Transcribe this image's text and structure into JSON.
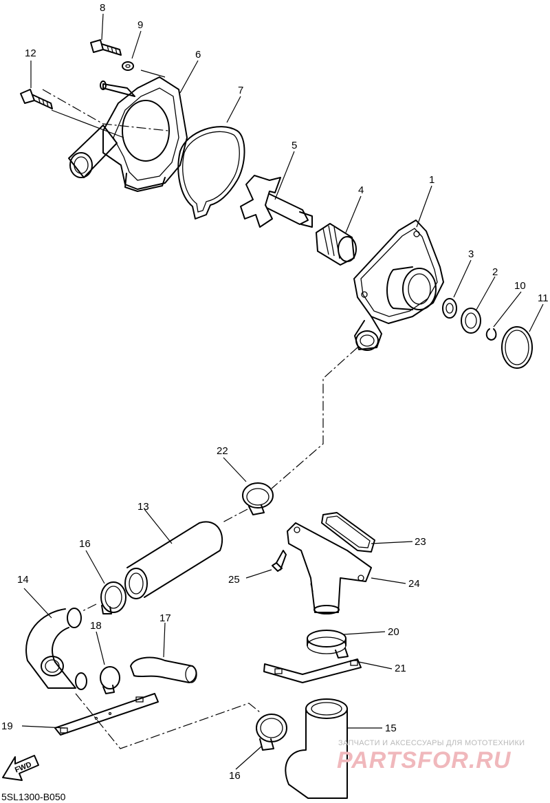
{
  "diagram": {
    "callouts": [
      {
        "id": "c1",
        "text": "1"
      },
      {
        "id": "c2",
        "text": "2"
      },
      {
        "id": "c3",
        "text": "3"
      },
      {
        "id": "c4",
        "text": "4"
      },
      {
        "id": "c5",
        "text": "5"
      },
      {
        "id": "c6",
        "text": "6"
      },
      {
        "id": "c7",
        "text": "7"
      },
      {
        "id": "c8",
        "text": "8"
      },
      {
        "id": "c9",
        "text": "9"
      },
      {
        "id": "c10",
        "text": "10"
      },
      {
        "id": "c11",
        "text": "11"
      },
      {
        "id": "c12",
        "text": "12"
      },
      {
        "id": "c13",
        "text": "13"
      },
      {
        "id": "c14",
        "text": "14"
      },
      {
        "id": "c15",
        "text": "15"
      },
      {
        "id": "c16a",
        "text": "16"
      },
      {
        "id": "c16b",
        "text": "16"
      },
      {
        "id": "c17",
        "text": "17"
      },
      {
        "id": "c18",
        "text": "18"
      },
      {
        "id": "c19",
        "text": "19"
      },
      {
        "id": "c20",
        "text": "20"
      },
      {
        "id": "c21",
        "text": "21"
      },
      {
        "id": "c22",
        "text": "22"
      },
      {
        "id": "c23",
        "text": "23"
      },
      {
        "id": "c24",
        "text": "24"
      },
      {
        "id": "c25",
        "text": "25"
      }
    ],
    "fwd_label": "FWD",
    "drawing_code": "5SL1300-B050"
  },
  "watermark": {
    "tagline": "ЗАПЧАСТИ И АКСЕССУАРЫ ДЛЯ МОТОТЕХНИКИ",
    "brand": "PARTSFOR.RU",
    "brand_color": "#f0b8bc"
  }
}
